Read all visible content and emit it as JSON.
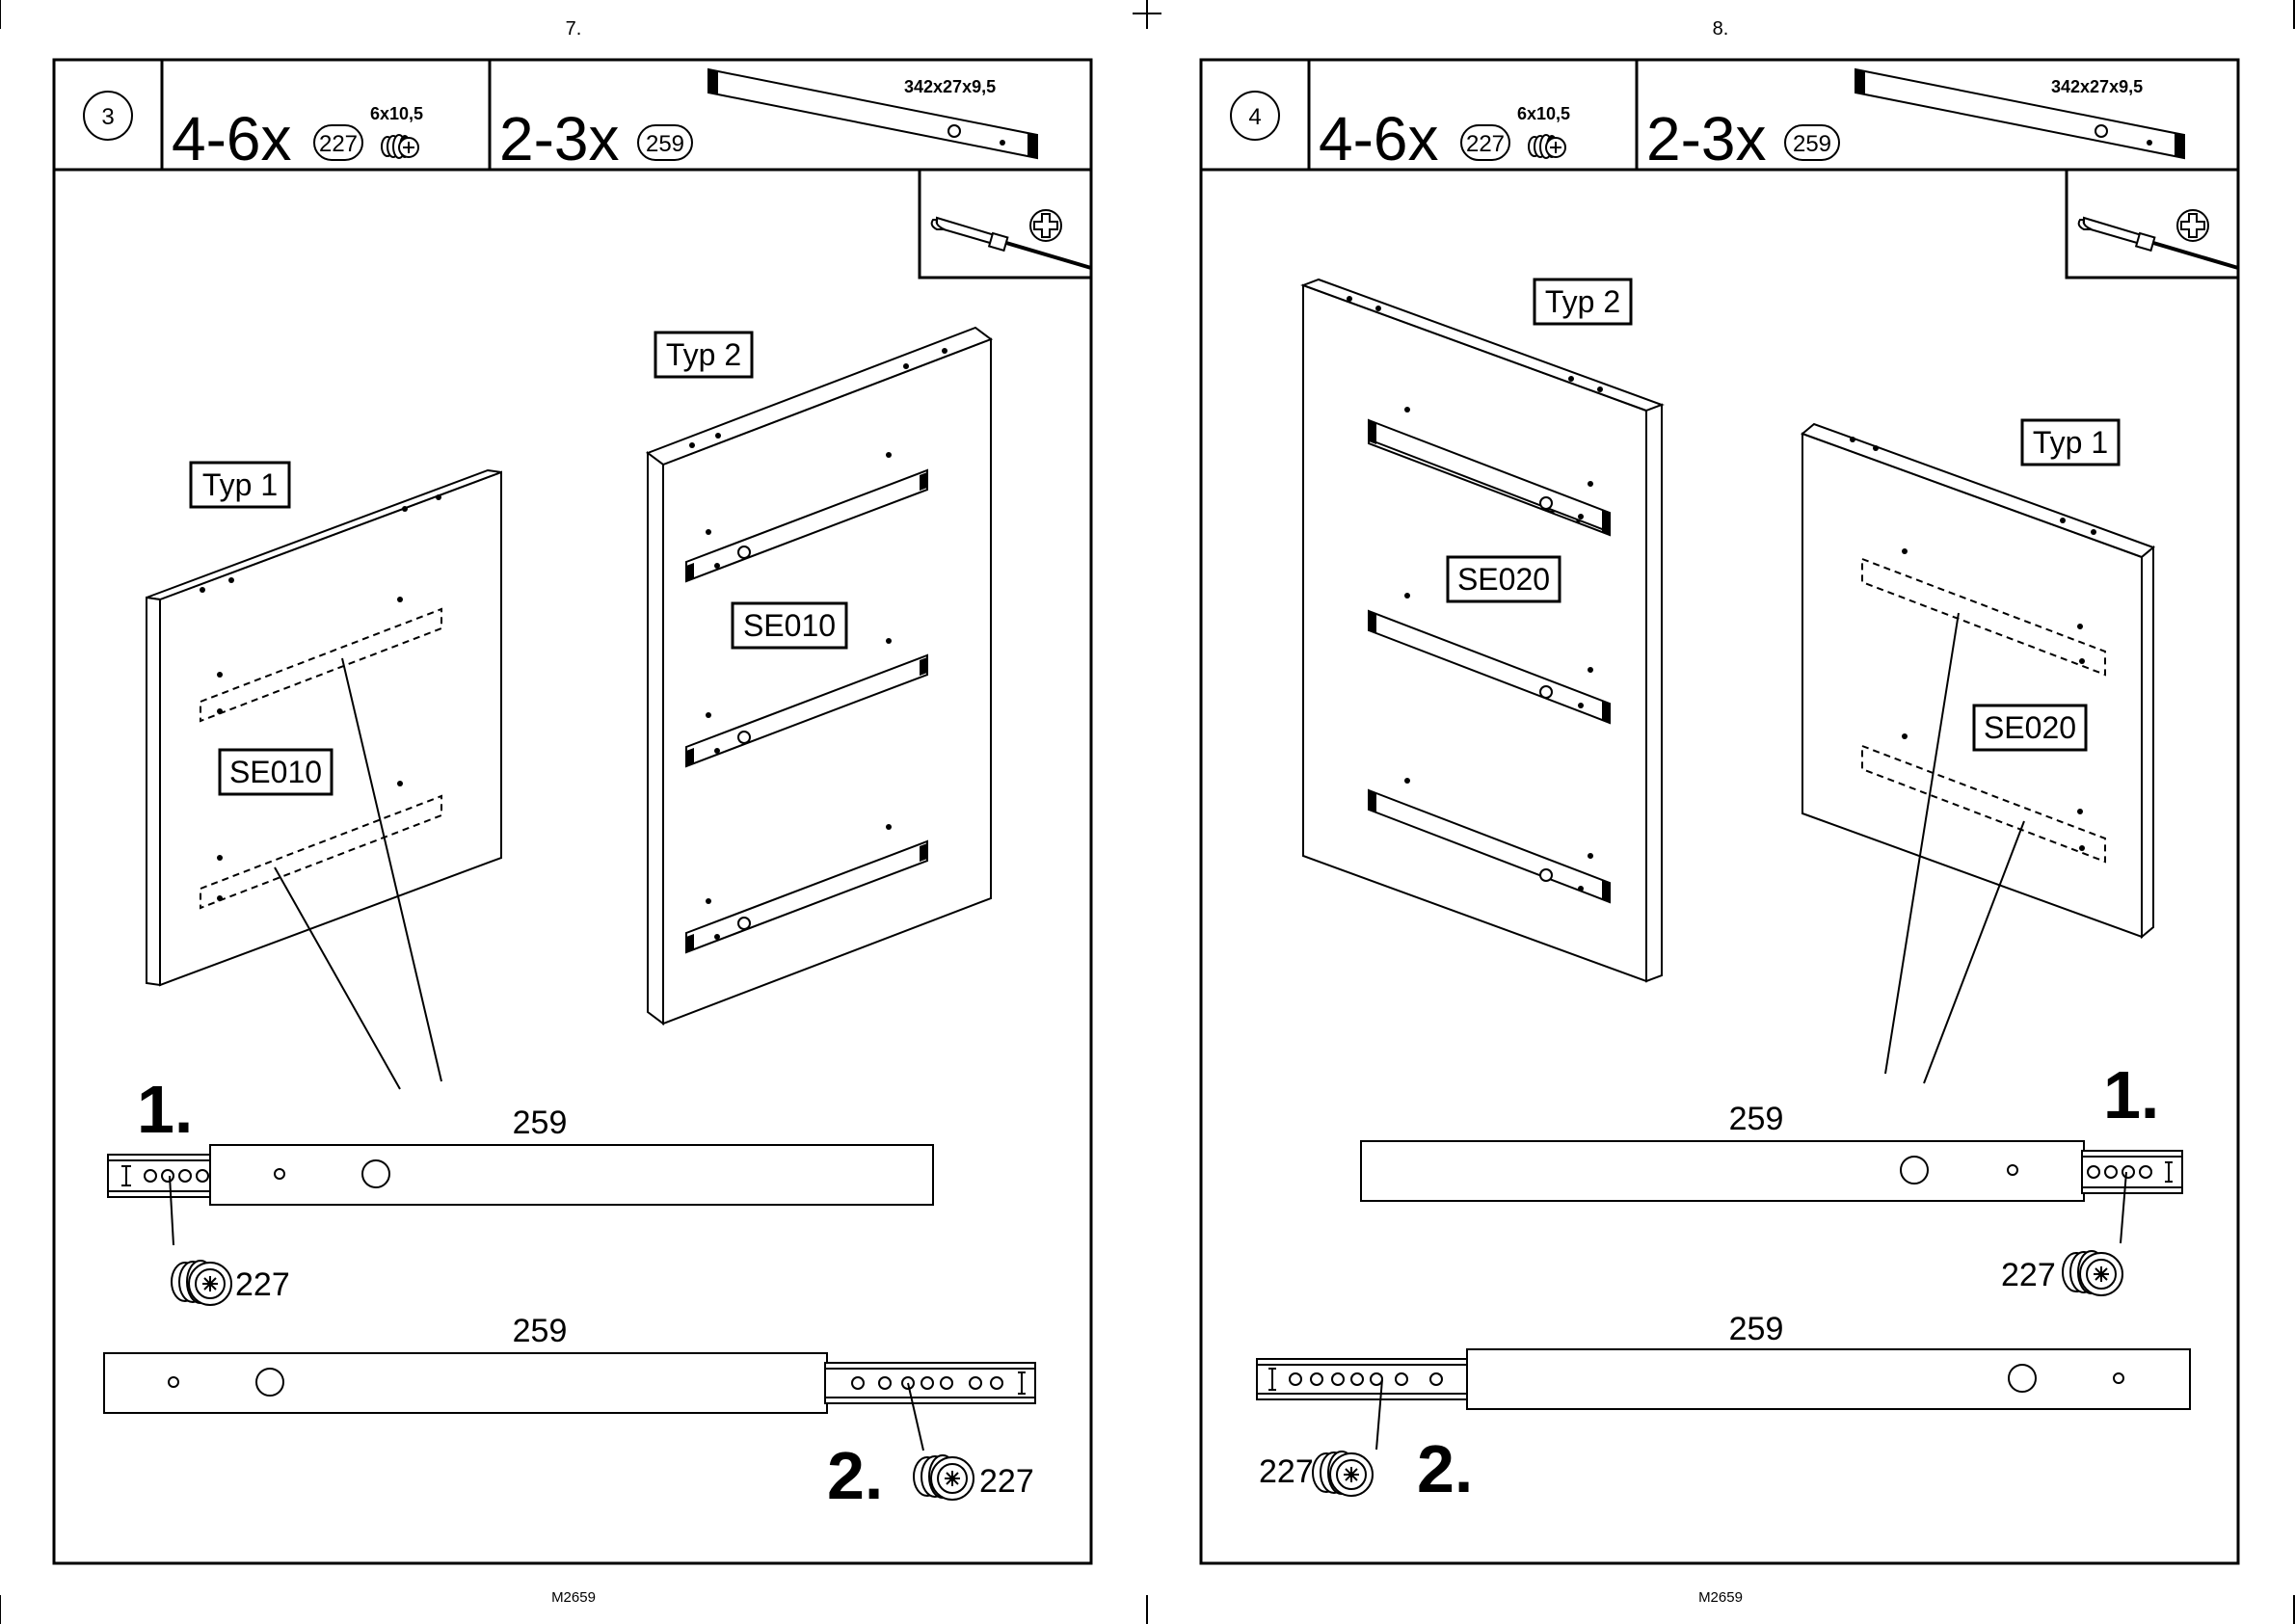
{
  "pages": [
    {
      "page_number": "7.",
      "footer_code": "M2659",
      "step_number": "3",
      "hardware_a": {
        "qty": "4-6x",
        "part": "227",
        "size": "6x10,5"
      },
      "hardware_b": {
        "qty": "2-3x",
        "part": "259",
        "dimensions": "342x27x9,5"
      },
      "tool_icon": "screwdriver-phillips-icon",
      "panel_type_1": "Typ 1",
      "panel_type_2": "Typ 2",
      "panel_code_1": "SE010",
      "panel_code_2": "SE010",
      "detail_1": {
        "marker": "1.",
        "rail_part": "259",
        "screw_part": "227"
      },
      "detail_2": {
        "marker": "2.",
        "rail_part": "259",
        "screw_part": "227"
      }
    },
    {
      "page_number": "8.",
      "footer_code": "M2659",
      "step_number": "4",
      "hardware_a": {
        "qty": "4-6x",
        "part": "227",
        "size": "6x10,5"
      },
      "hardware_b": {
        "qty": "2-3x",
        "part": "259",
        "dimensions": "342x27x9,5"
      },
      "tool_icon": "screwdriver-phillips-icon",
      "panel_type_1": "Typ 1",
      "panel_type_2": "Typ 2",
      "panel_code_1": "SE020",
      "panel_code_2": "SE020",
      "detail_1": {
        "marker": "1.",
        "rail_part": "259",
        "screw_part": "227"
      },
      "detail_2": {
        "marker": "2.",
        "rail_part": "259",
        "screw_part": "227"
      }
    }
  ]
}
